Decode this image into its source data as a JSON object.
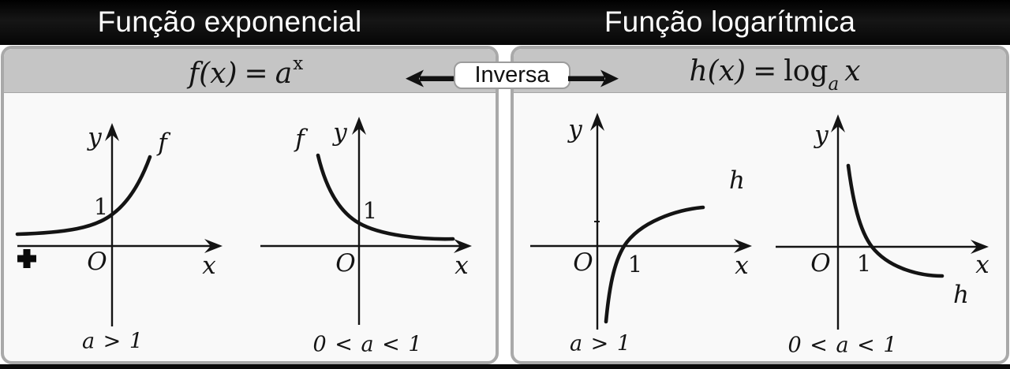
{
  "header": {
    "left_title": "Função exponencial",
    "right_title": "Função logarítmica"
  },
  "formula_bar": {
    "left": {
      "lhs": "f(x)",
      "eq": "=",
      "base": "a",
      "exponent": "x"
    },
    "inverse_label": "Inversa",
    "right": {
      "lhs": "h(x)",
      "eq": "=",
      "op": "log",
      "base": "a",
      "arg": "x"
    }
  },
  "graphs": [
    {
      "id": "exp-growth",
      "function_label": "f",
      "y_label": "y",
      "x_label": "x",
      "origin_label": "O",
      "unit_label": "1",
      "condition": "a > 1",
      "curve": {
        "type": "line",
        "shape": "increasing exponential",
        "passes_through": "(0, 1)"
      }
    },
    {
      "id": "exp-decay",
      "function_label": "f",
      "y_label": "y",
      "x_label": "x",
      "origin_label": "O",
      "unit_label": "1",
      "condition": "0 < a < 1",
      "curve": {
        "type": "line",
        "shape": "decreasing exponential",
        "passes_through": "(0, 1)"
      }
    },
    {
      "id": "log-growth",
      "function_label": "h",
      "y_label": "y",
      "x_label": "x",
      "origin_label": "O",
      "unit_label": "1",
      "condition": "a > 1",
      "curve": {
        "type": "line",
        "shape": "increasing logarithm",
        "passes_through": "(1, 0)"
      }
    },
    {
      "id": "log-decay",
      "function_label": "h",
      "y_label": "y",
      "x_label": "x",
      "origin_label": "O",
      "unit_label": "1",
      "condition": "0 < a < 1",
      "curve": {
        "type": "line",
        "shape": "decreasing logarithm",
        "passes_through": "(1, 0)"
      }
    }
  ],
  "icons": {
    "plus_marker": "+",
    "arrow_left": "left-arrow",
    "arrow_right": "right-arrow"
  },
  "colors": {
    "header_bg": "#0a0a0a",
    "strip_bg": "#c5c5c5",
    "panel_border": "#a9a9a9",
    "panel_bg": "#f9f9f9",
    "ink": "#141414",
    "badge_bg": "#ffffff"
  }
}
